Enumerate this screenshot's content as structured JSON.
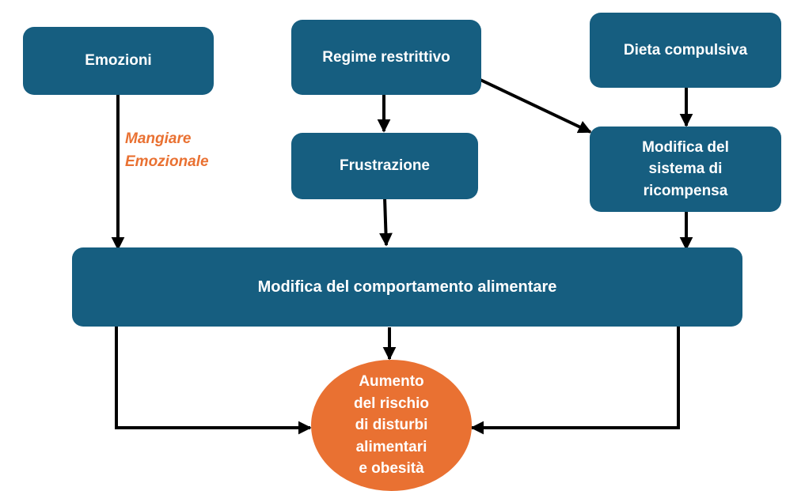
{
  "nodes": {
    "emozioni": "Emozioni",
    "regime_restrittivo": "Regime restrittivo",
    "dieta_compulsiva": "Dieta compulsiva",
    "frustrazione": "Frustrazione",
    "modifica_sistema_ricompensa": "Modifica del\nsistema di\nricompensa",
    "modifica_comportamento": "Modifica del comportamento alimentare",
    "aumento_rischio": "Aumento\ndel rischio\ndi disturbi\nalimentari\ne obesità"
  },
  "edge_labels": {
    "mangiare_emozionale": "Mangiare\nEmozionale"
  },
  "colors": {
    "box": "#165e80",
    "outcome": "#e97132",
    "label": "#e97132",
    "arrow": "#000000"
  }
}
